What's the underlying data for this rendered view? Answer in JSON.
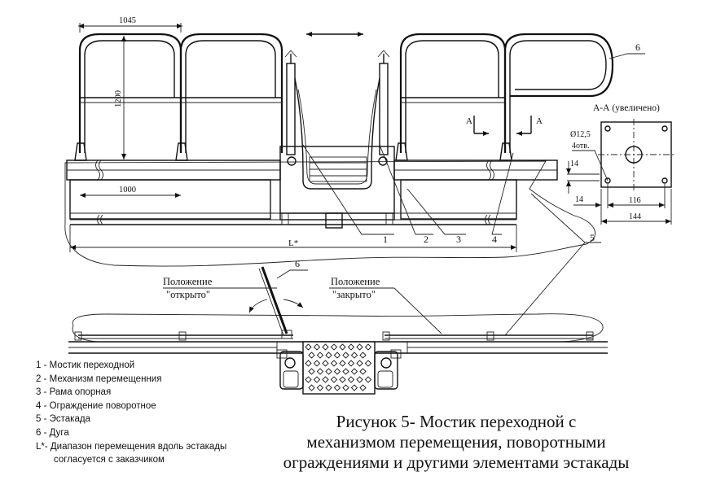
{
  "dimensions": {
    "width_top": "1045",
    "height": "1200",
    "width_bottom": "1000",
    "range": "L*"
  },
  "section": {
    "title": "А-А (увеличено)",
    "hole_dia": "Ø12,5",
    "hole_count": "4отв.",
    "dim_14_vertical": "14",
    "dim_14_horizontal": "14",
    "dim_116": "116",
    "dim_144": "144",
    "cut_label_left": "А",
    "cut_label_right": "А"
  },
  "callouts": {
    "c1": "1",
    "c2": "2",
    "c3": "3",
    "c4": "4",
    "c5": "5",
    "c6_top": "6",
    "c6_bottom": "6"
  },
  "positions": {
    "open_line1": "Положение",
    "open_line2": "\"открыто\"",
    "closed_line1": "Положение",
    "closed_line2": "\"закрыто\""
  },
  "legend": [
    "1 - Мостик переходной",
    "2 - Механизм перемещенния",
    "3 - Рама опорная",
    "4 - Ограждение поворотное",
    "5 - Эстакада",
    "6 - Дуга",
    "L*- Диапазон перемещения вдоль эстакады"
  ],
  "legend_cont": "согласуется с заказчиком",
  "caption": {
    "line1": "Рисунок 5- Мостик переходной с",
    "line2": "механизмом перемещения, поворотными",
    "line3": "ограждениями и другими элементами эстакады"
  }
}
